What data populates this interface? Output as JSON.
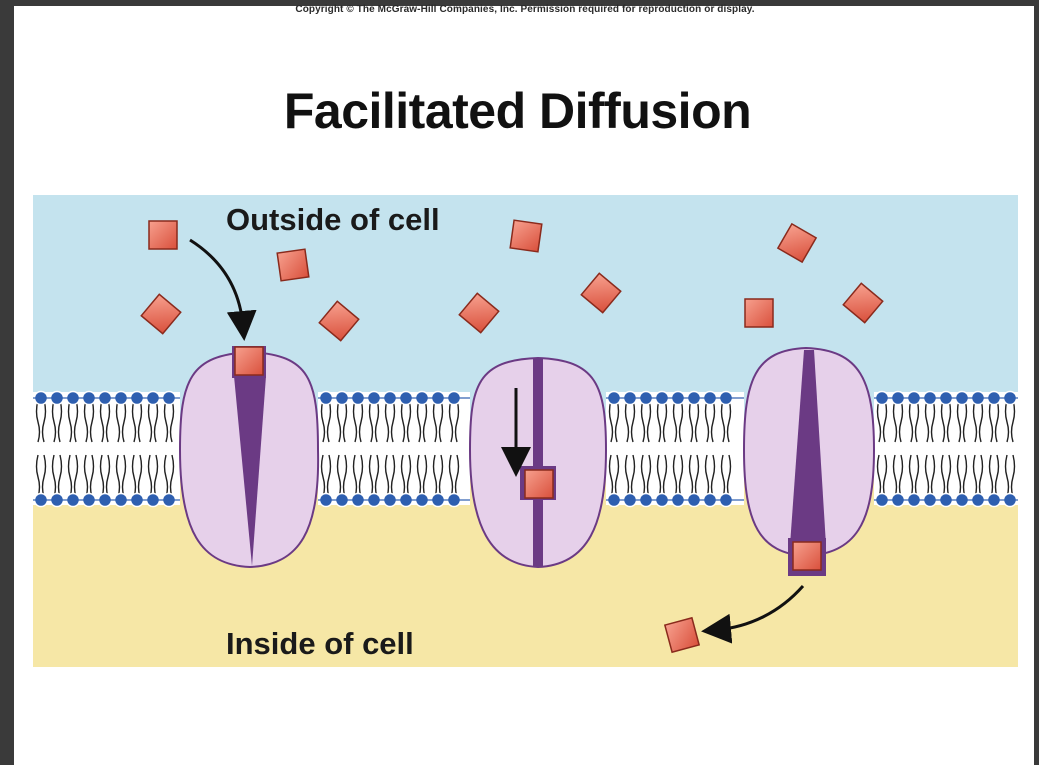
{
  "copyright": "Copyright © The McGraw-Hill Companies, Inc. Permission required for reproduction or display.",
  "title": "Facilitated Diffusion",
  "labels": {
    "outside": "Outside of cell",
    "inside": "Inside of cell"
  },
  "colors": {
    "extracellular": "#c4e3ee",
    "cytoplasm": "#f6e7a6",
    "phospholipid_head": "#2e5fb0",
    "protein_body": "#e6d0ea",
    "channel": "#6b3a84",
    "molecule": "#e8735f"
  }
}
